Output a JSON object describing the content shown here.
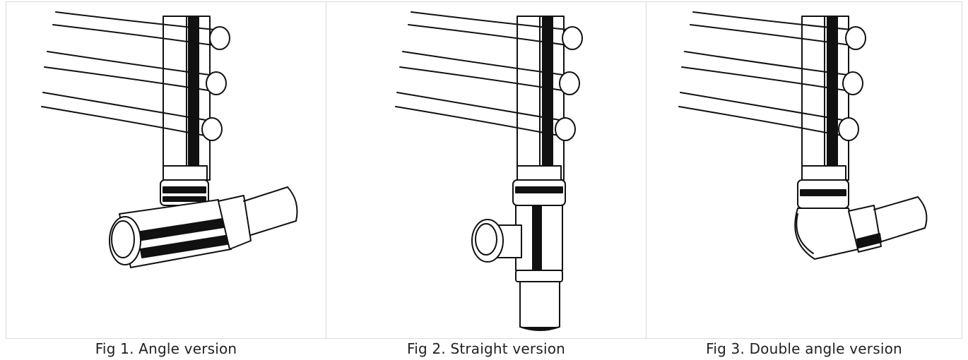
{
  "figures": [
    {
      "caption": "Fig 1. Angle version",
      "illustration": "angle-valve-on-towel-rail"
    },
    {
      "caption": "Fig 2. Straight version",
      "illustration": "straight-valve-on-towel-rail"
    },
    {
      "caption": "Fig 3. Double angle version",
      "illustration": "double-angle-valve-on-towel-rail"
    }
  ],
  "colors": {
    "line": "#111111",
    "border": "#dcdcdc",
    "fill": "#ffffff"
  }
}
